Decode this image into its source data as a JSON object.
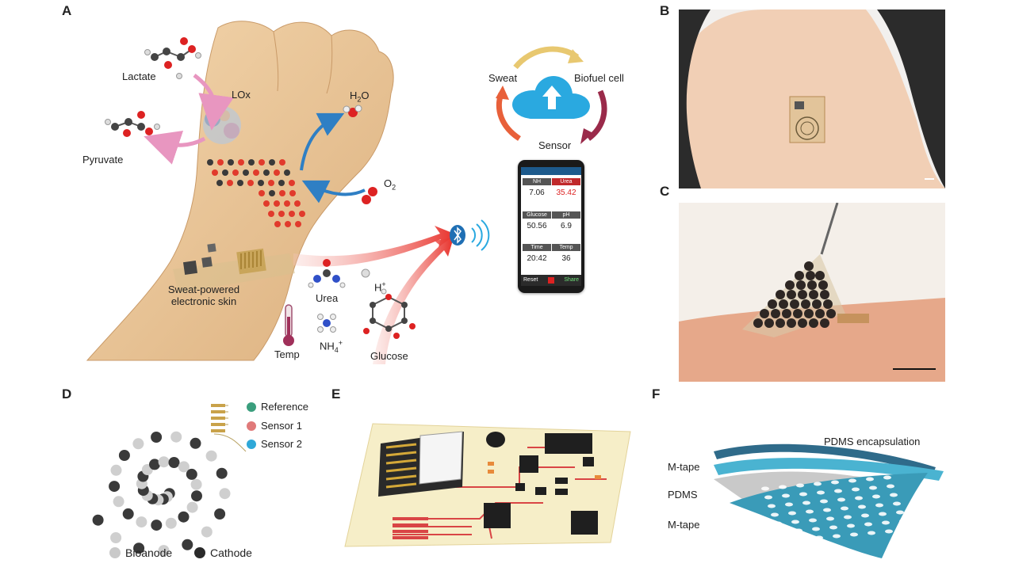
{
  "panels": {
    "a": "A",
    "b": "B",
    "c": "C",
    "d": "D",
    "e": "E",
    "f": "F"
  },
  "panel_a": {
    "lactate": "Lactate",
    "lox": "LOx",
    "pyruvate": "Pyruvate",
    "h2o_main": "H",
    "h2o_sub": "2",
    "h2o_end": "O",
    "o2_main": "O",
    "o2_sub": "2",
    "skin_label_line1": "Sweat-powered",
    "skin_label_line2": "electronic skin",
    "urea": "Urea",
    "temp": "Temp",
    "nh4_main": "NH",
    "nh4_sub": "4",
    "nh4_sup": "+",
    "h_main": "H",
    "h_sup": "+",
    "glucose": "Glucose",
    "cycle": {
      "sweat": "Sweat",
      "biofuel": "Biofuel cell",
      "sensor": "Sensor"
    },
    "phone": {
      "cells": [
        {
          "header": "NH",
          "value": "7.06",
          "highlight": false
        },
        {
          "header": "Urea",
          "value": "35.42",
          "highlight": true
        },
        {
          "header": "Glucose",
          "value": "50.56",
          "highlight": false
        },
        {
          "header": "pH",
          "value": "6.9",
          "highlight": false
        },
        {
          "header": "Time",
          "value": "20:42",
          "highlight": false
        },
        {
          "header": "Temp",
          "value": "36",
          "highlight": false
        }
      ],
      "reset": "Reset",
      "share": "Share"
    }
  },
  "panel_d": {
    "legend": [
      {
        "label": "Reference",
        "color": "#3a9e7d"
      },
      {
        "label": "Sensor 1",
        "color": "#e07a7a"
      },
      {
        "label": "Sensor 2",
        "color": "#2fa8d8"
      }
    ],
    "bioanode": "Bioanode",
    "cathode": "Cathode"
  },
  "panel_f": {
    "pdms_encapsulation": "PDMS encapsulation",
    "mtape_top": "M-tape",
    "pdms": "PDMS",
    "mtape_bottom": "M-tape"
  },
  "colors": {
    "skin": "#ecc99b",
    "red_electrode": "#e13a2c",
    "dark_electrode": "#3a3a3a",
    "cloud": "#2aa9e0",
    "bluetooth": "#1f6fb4",
    "pcb": "#f6eec8",
    "film_blue": "#3a9bb8"
  }
}
